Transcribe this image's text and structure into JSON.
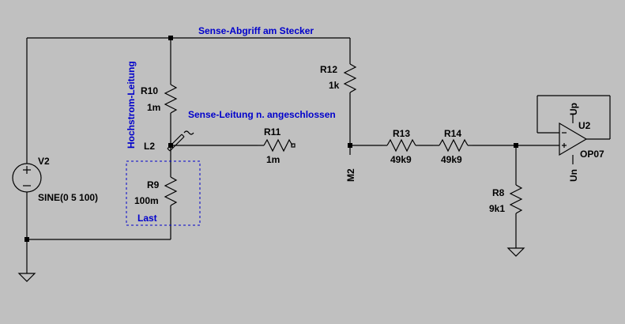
{
  "labels": {
    "sense_top": "Sense-Abgriff am Stecker",
    "sense_open": "Sense-Leitung n. angeschlossen",
    "hochstrom": "Hochstrom-Leitung",
    "last": "Last"
  },
  "components": {
    "v2": {
      "name": "V2",
      "value": "SINE(0 5 100)"
    },
    "r10": {
      "name": "R10",
      "value": "1m"
    },
    "r11": {
      "name": "R11",
      "value": "1m"
    },
    "r9": {
      "name": "R9",
      "value": "100m"
    },
    "r12": {
      "name": "R12",
      "value": "1k"
    },
    "r13": {
      "name": "R13",
      "value": "49k9"
    },
    "r14": {
      "name": "R14",
      "value": "49k9"
    },
    "r8": {
      "name": "R8",
      "value": "9k1"
    },
    "u2": {
      "name": "U2",
      "part": "OP07",
      "pin_up": "Up",
      "pin_un": "Un"
    }
  },
  "nets": {
    "l2": "L2",
    "m2": "M2"
  }
}
